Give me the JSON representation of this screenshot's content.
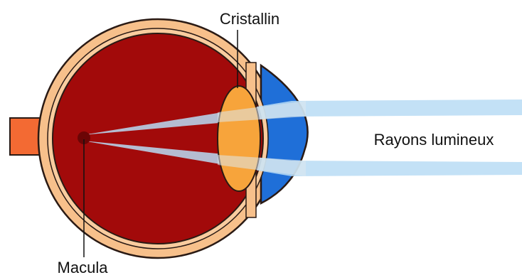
{
  "labels": {
    "cristallin": "Cristallin",
    "rayons": "Rayons lumineux",
    "macula": "Macula"
  },
  "colors": {
    "sclera": "#f7c08b",
    "outline": "#2a1a14",
    "eye_interior": "#a20a0a",
    "optic_nerve": "#f36a33",
    "cornea": "#1f6fd8",
    "lens": "#f7a43b",
    "macula": "#6b0505",
    "light_rays": "#b8dcf4"
  }
}
